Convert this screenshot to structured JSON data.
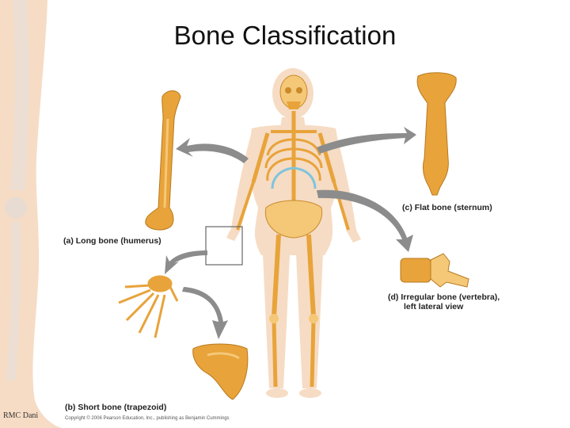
{
  "slide": {
    "title": "Bone Classification",
    "labels": {
      "long_bone": "(a) Long bone (humerus)",
      "flat_bone": "(c) Flat bone (sternum)",
      "irregular_bone_line1": "(d) Irregular bone (vertebra),",
      "irregular_bone_line2": "left lateral view",
      "short_bone": "(b) Short bone (trapezoid)"
    },
    "credit": "Copyright © 2006 Pearson Education, Inc., publishing as Benjamin Cummings",
    "watermark": "RMC Dani"
  },
  "colors": {
    "bone": "#e8a33a",
    "bone_light": "#f5c878",
    "skin": "#f6dcc4",
    "rib_cartilage": "#7fc4dc",
    "arrow": "#8c8c8c"
  }
}
